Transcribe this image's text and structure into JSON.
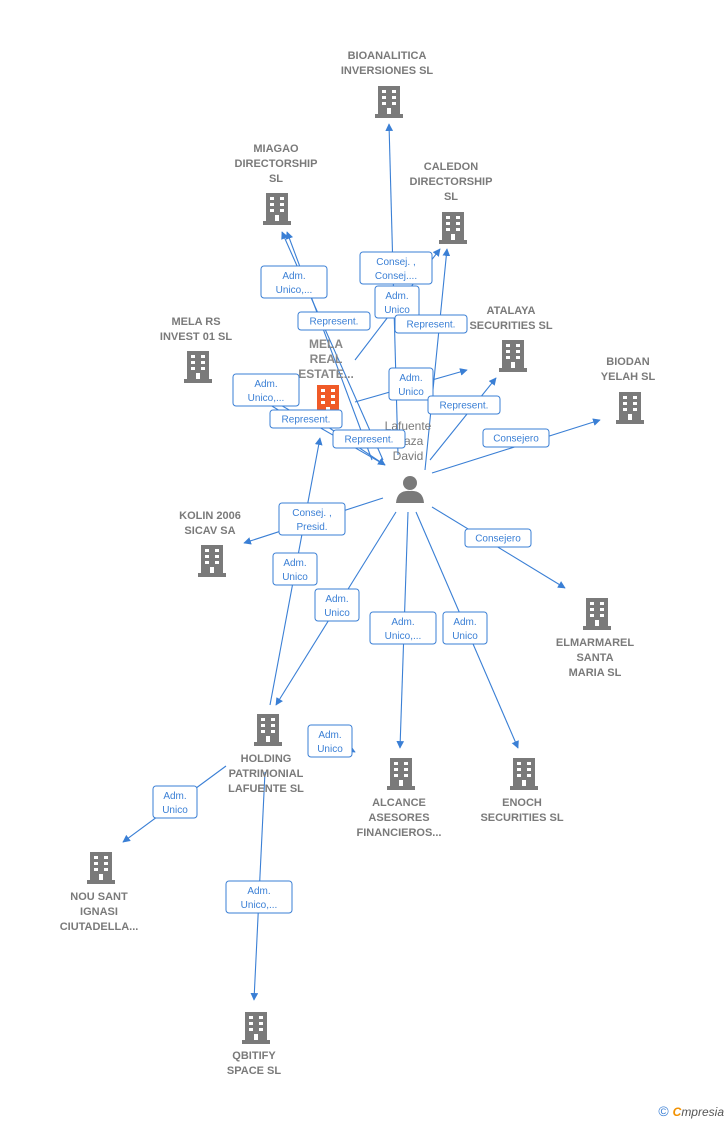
{
  "colors": {
    "edge": "#3a7fd5",
    "company": "#7a7a7a",
    "focus": "#f05a28",
    "person": "#7a7a7a"
  },
  "focus": {
    "label": [
      "MELA",
      "REAL",
      "ESTATE..."
    ],
    "icon": "building-icon"
  },
  "person": {
    "label": [
      "Lafuente",
      "Fraza",
      "David"
    ],
    "icon": "person-icon"
  },
  "companies": [
    {
      "id": "bioanalitica",
      "label": [
        "BIOANALITICA",
        "INVERSIONES SL"
      ]
    },
    {
      "id": "miagao",
      "label": [
        "MIAGAO",
        "DIRECTORSHIP",
        "SL"
      ]
    },
    {
      "id": "caledon",
      "label": [
        "CALEDON",
        "DIRECTORSHIP",
        "SL"
      ]
    },
    {
      "id": "atalaya",
      "label": [
        "ATALAYA",
        "SECURITIES SL"
      ]
    },
    {
      "id": "mela-rs",
      "label": [
        "MELA RS",
        "INVEST 01  SL"
      ]
    },
    {
      "id": "biodan",
      "label": [
        "BIODAN",
        "YELAH  SL"
      ]
    },
    {
      "id": "kolin",
      "label": [
        "KOLIN 2006",
        "SICAV SA"
      ]
    },
    {
      "id": "elmarmarel",
      "label": [
        "ELMARMAREL",
        "SANTA",
        "MARIA  SL"
      ]
    },
    {
      "id": "holding",
      "label": [
        "HOLDING",
        "PATRIMONIAL",
        "LAFUENTE  SL"
      ]
    },
    {
      "id": "alcance",
      "label": [
        "ALCANCE",
        "ASESORES",
        "FINANCIEROS..."
      ]
    },
    {
      "id": "enoch",
      "label": [
        "ENOCH",
        "SECURITIES SL"
      ]
    },
    {
      "id": "nou-sant",
      "label": [
        "NOU SANT",
        "IGNASI",
        "CIUTADELLA..."
      ]
    },
    {
      "id": "qbitify",
      "label": [
        "QBITIFY",
        "SPACE  SL"
      ]
    }
  ],
  "relations": [
    {
      "id": "r1",
      "lines": [
        "Consej. ,",
        "Consej...."
      ]
    },
    {
      "id": "r2",
      "lines": [
        "Adm.",
        "Unico,..."
      ]
    },
    {
      "id": "r3",
      "lines": [
        "Adm.",
        "Unico"
      ]
    },
    {
      "id": "r4",
      "lines": [
        "Represent."
      ]
    },
    {
      "id": "r5",
      "lines": [
        "Represent."
      ]
    },
    {
      "id": "r6",
      "lines": [
        "Adm.",
        "Unico,..."
      ]
    },
    {
      "id": "r7",
      "lines": [
        "Adm.",
        "Unico"
      ]
    },
    {
      "id": "r8",
      "lines": [
        "Represent."
      ]
    },
    {
      "id": "r9",
      "lines": [
        "Represent."
      ]
    },
    {
      "id": "r10",
      "lines": [
        "Represent."
      ]
    },
    {
      "id": "r11",
      "lines": [
        "Consejero"
      ]
    },
    {
      "id": "r12",
      "lines": [
        "Consej. ,",
        "Presid."
      ]
    },
    {
      "id": "r13",
      "lines": [
        "Adm.",
        "Unico"
      ]
    },
    {
      "id": "r14",
      "lines": [
        "Adm.",
        "Unico"
      ]
    },
    {
      "id": "r15",
      "lines": [
        "Consejero"
      ]
    },
    {
      "id": "r16",
      "lines": [
        "Adm.",
        "Unico,..."
      ]
    },
    {
      "id": "r17",
      "lines": [
        "Adm.",
        "Unico"
      ]
    },
    {
      "id": "r18",
      "lines": [
        "Adm.",
        "Unico"
      ]
    },
    {
      "id": "r19",
      "lines": [
        "Adm.",
        "Unico"
      ]
    },
    {
      "id": "r20",
      "lines": [
        "Adm.",
        "Unico,..."
      ]
    }
  ],
  "footer": {
    "copyright": "©",
    "brand_first": "C",
    "brand_rest": "mpresia"
  }
}
